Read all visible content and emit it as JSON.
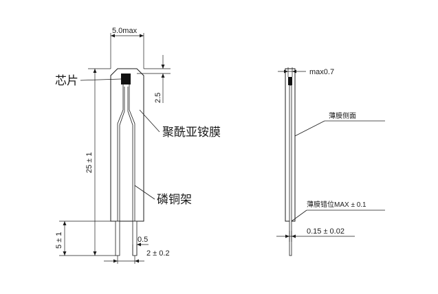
{
  "left_view": {
    "labels": {
      "chip": "芯片",
      "polyimide_film": "聚酰亚铵膜",
      "phosphor_bronze_frame": "磷铜架"
    },
    "dimensions": {
      "width_top": "5.0max",
      "tip_offset": "2.5",
      "body_length": "25 ± 1",
      "lead_length": "5 ± 1",
      "lead_width": "0.5",
      "lead_spacing": "2 ± 0.2"
    }
  },
  "right_view": {
    "labels": {
      "film_side": "薄膜侧面",
      "film_misalignment": "薄膜错位MAX ± 0.1"
    },
    "dimensions": {
      "chip_thickness": "max0.7",
      "lead_thickness": "0.15 ± 0.02"
    }
  }
}
